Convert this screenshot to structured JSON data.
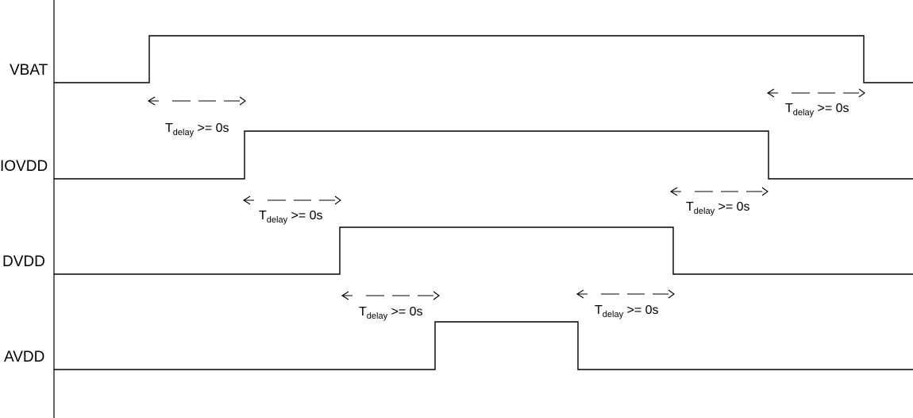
{
  "diagram": {
    "signals": [
      {
        "name": "VBAT"
      },
      {
        "name": "IOVDD"
      },
      {
        "name": "DVDD"
      },
      {
        "name": "AVDD"
      }
    ],
    "delay_annotations": [
      {
        "symbol": "T",
        "subscript": "delay",
        "condition": " >= 0s"
      },
      {
        "symbol": "T",
        "subscript": "delay",
        "condition": " >= 0s"
      },
      {
        "symbol": "T",
        "subscript": "delay",
        "condition": " >= 0s"
      },
      {
        "symbol": "T",
        "subscript": "delay",
        "condition": " >= 0s"
      },
      {
        "symbol": "T",
        "subscript": "delay",
        "condition": " >= 0s"
      },
      {
        "symbol": "T",
        "subscript": "delay",
        "condition": " >= 0s"
      }
    ]
  }
}
